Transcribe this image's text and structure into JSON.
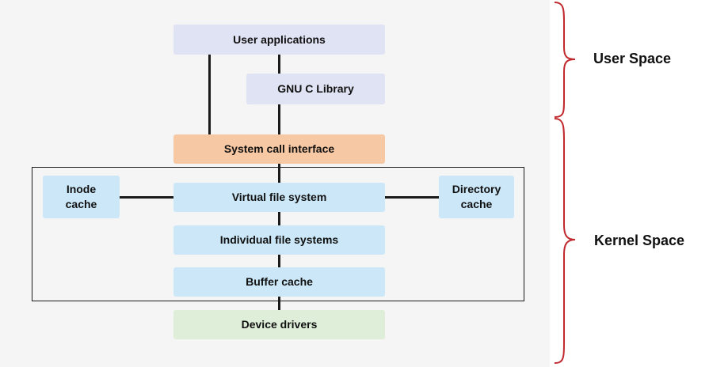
{
  "boxes": {
    "user_applications": "User applications",
    "gnu_c_library": "GNU C Library",
    "system_call_interface": "System call interface",
    "virtual_file_system": "Virtual file system",
    "inode_cache": "Inode\ncache",
    "directory_cache": "Directory\ncache",
    "individual_file_systems": "Individual file systems",
    "buffer_cache": "Buffer cache",
    "device_drivers": "Device drivers"
  },
  "regions": {
    "user_space": "User Space",
    "kernel_space": "Kernel Space"
  },
  "colors": {
    "user_layer": "#dfe3f3",
    "syscall_layer": "#f7c8a4",
    "vfs_layer": "#cce8f8",
    "driver_layer": "#deeed8",
    "brace": "#c0282d"
  }
}
